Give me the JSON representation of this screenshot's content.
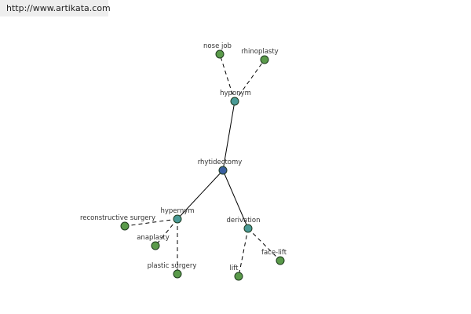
{
  "watermark": "http://www.artikata.com",
  "colors": {
    "center": "#3a5fa0",
    "relation": "#4a9a96",
    "leaf": "#5a9a4a",
    "edge": "#000000"
  },
  "nodes": [
    {
      "id": "rhytidectomy",
      "label": "rhytidectomy",
      "kind": "center"
    },
    {
      "id": "hyponym",
      "label": "hyponym",
      "kind": "relation"
    },
    {
      "id": "hypernym",
      "label": "hypernym",
      "kind": "relation"
    },
    {
      "id": "derivation",
      "label": "derivation",
      "kind": "relation"
    },
    {
      "id": "nose-job",
      "label": "nose job",
      "kind": "leaf"
    },
    {
      "id": "rhinoplasty",
      "label": "rhinoplasty",
      "kind": "leaf"
    },
    {
      "id": "reconstructive-surgery",
      "label": "reconstructive surgery",
      "kind": "leaf"
    },
    {
      "id": "anaplasty",
      "label": "anaplasty",
      "kind": "leaf"
    },
    {
      "id": "plastic-surgery",
      "label": "plastic surgery",
      "kind": "leaf"
    },
    {
      "id": "lift",
      "label": "lift",
      "kind": "leaf"
    },
    {
      "id": "face-lift",
      "label": "face-lift",
      "kind": "leaf"
    }
  ],
  "edges": [
    {
      "from": "rhytidectomy",
      "to": "hyponym",
      "style": "solid"
    },
    {
      "from": "rhytidectomy",
      "to": "hypernym",
      "style": "solid"
    },
    {
      "from": "rhytidectomy",
      "to": "derivation",
      "style": "solid"
    },
    {
      "from": "hyponym",
      "to": "nose-job",
      "style": "dashed"
    },
    {
      "from": "hyponym",
      "to": "rhinoplasty",
      "style": "dashed"
    },
    {
      "from": "hypernym",
      "to": "reconstructive-surgery",
      "style": "dashed"
    },
    {
      "from": "hypernym",
      "to": "anaplasty",
      "style": "dashed"
    },
    {
      "from": "hypernym",
      "to": "plastic-surgery",
      "style": "dashed"
    },
    {
      "from": "derivation",
      "to": "lift",
      "style": "dashed"
    },
    {
      "from": "derivation",
      "to": "face-lift",
      "style": "dashed"
    }
  ]
}
